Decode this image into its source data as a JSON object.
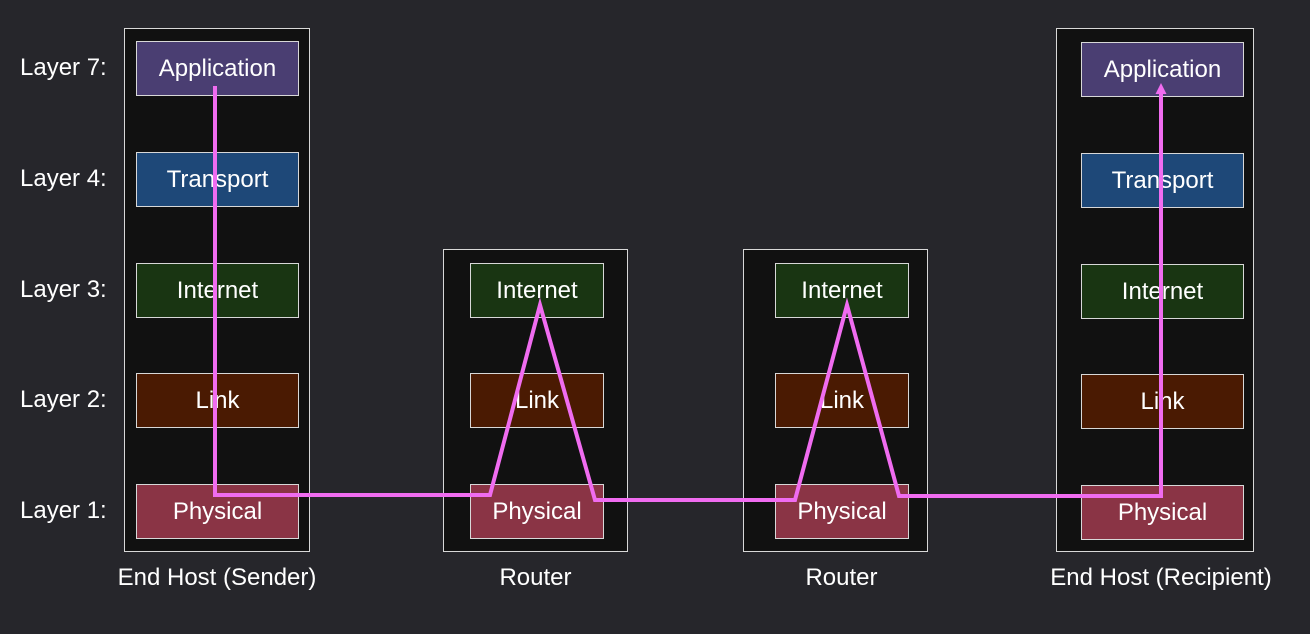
{
  "layer_labels": [
    "Layer 7:",
    "Layer 4:",
    "Layer 3:",
    "Layer 2:",
    "Layer 1:"
  ],
  "devices": [
    {
      "caption": "End Host (Sender)",
      "layers": [
        "Application",
        "Transport",
        "Internet",
        "Link",
        "Physical"
      ]
    },
    {
      "caption": "Router",
      "layers": [
        "Internet",
        "Link",
        "Physical"
      ]
    },
    {
      "caption": "Router",
      "layers": [
        "Internet",
        "Link",
        "Physical"
      ]
    },
    {
      "caption": "End Host (Recipient)",
      "layers": [
        "Application",
        "Transport",
        "Internet",
        "Link",
        "Physical"
      ]
    }
  ],
  "colors": {
    "background": "#26262b",
    "device_fill": "#111111",
    "device_border": "#d8d8d8",
    "application": "#4a3e72",
    "transport": "#1e4878",
    "internet": "#193512",
    "link": "#4a1a02",
    "physical": "#8a3445",
    "path": "#f06cf0"
  }
}
